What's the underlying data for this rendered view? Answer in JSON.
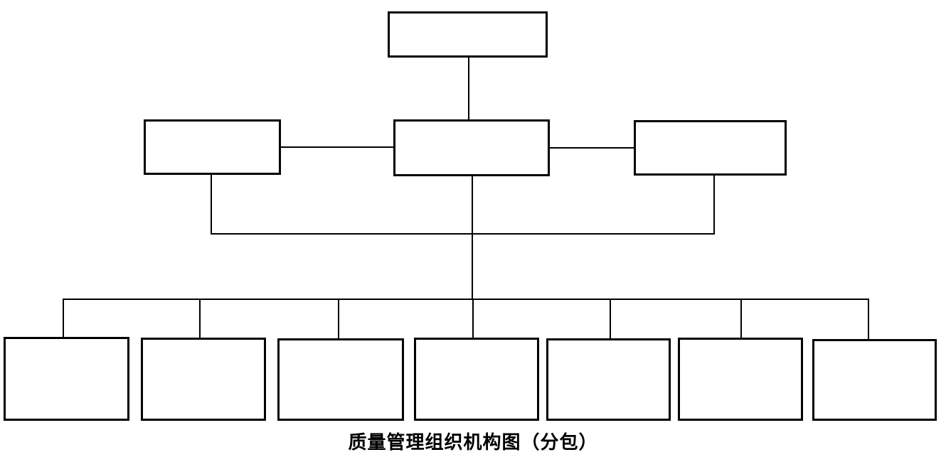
{
  "colors": {
    "line": "#000000",
    "box_border": "#000000",
    "box_fill": "#ffffff",
    "background": "#ffffff",
    "caption_text": "#000000"
  },
  "caption": "质量管理组织机构图（分包）",
  "org_chart": {
    "type": "org-tree",
    "levels": [
      {
        "name": "top",
        "boxes": [
          {
            "label": ""
          }
        ]
      },
      {
        "name": "middle",
        "boxes": [
          {
            "label": ""
          },
          {
            "label": ""
          },
          {
            "label": ""
          }
        ]
      },
      {
        "name": "bottom",
        "boxes": [
          {
            "label": ""
          },
          {
            "label": ""
          },
          {
            "label": ""
          },
          {
            "label": ""
          },
          {
            "label": ""
          },
          {
            "label": ""
          },
          {
            "label": ""
          }
        ]
      }
    ]
  }
}
